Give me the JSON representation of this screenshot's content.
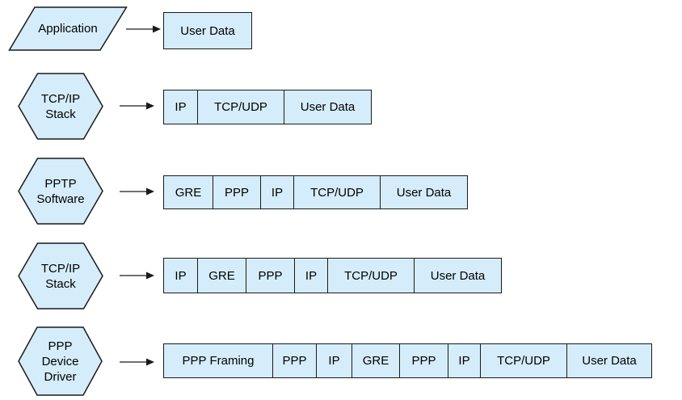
{
  "colors": {
    "shape_fill": "#d5edfa",
    "shape_border": "#1a1a1a",
    "text_color": "#000000",
    "canvas_bg": "#ffffff"
  },
  "rows": [
    {
      "stage": {
        "shape": "parallelogram",
        "lines": [
          "Application"
        ]
      },
      "packet": [
        "User Data"
      ]
    },
    {
      "stage": {
        "shape": "hexagon",
        "lines": [
          "TCP/IP",
          "Stack"
        ]
      },
      "packet": [
        "IP",
        "TCP/UDP",
        "User Data"
      ]
    },
    {
      "stage": {
        "shape": "hexagon",
        "lines": [
          "PPTP",
          "Software"
        ]
      },
      "packet": [
        "GRE",
        "PPP",
        "IP",
        "TCP/UDP",
        "User Data"
      ]
    },
    {
      "stage": {
        "shape": "hexagon",
        "lines": [
          "TCP/IP",
          "Stack"
        ]
      },
      "packet": [
        "IP",
        "GRE",
        "PPP",
        "IP",
        "TCP/UDP",
        "User Data"
      ]
    },
    {
      "stage": {
        "shape": "hexagon",
        "lines": [
          "PPP",
          "Device",
          "Driver"
        ]
      },
      "packet": [
        "PPP Framing",
        "PPP",
        "IP",
        "GRE",
        "PPP",
        "IP",
        "TCP/UDP",
        "User Data"
      ]
    }
  ]
}
